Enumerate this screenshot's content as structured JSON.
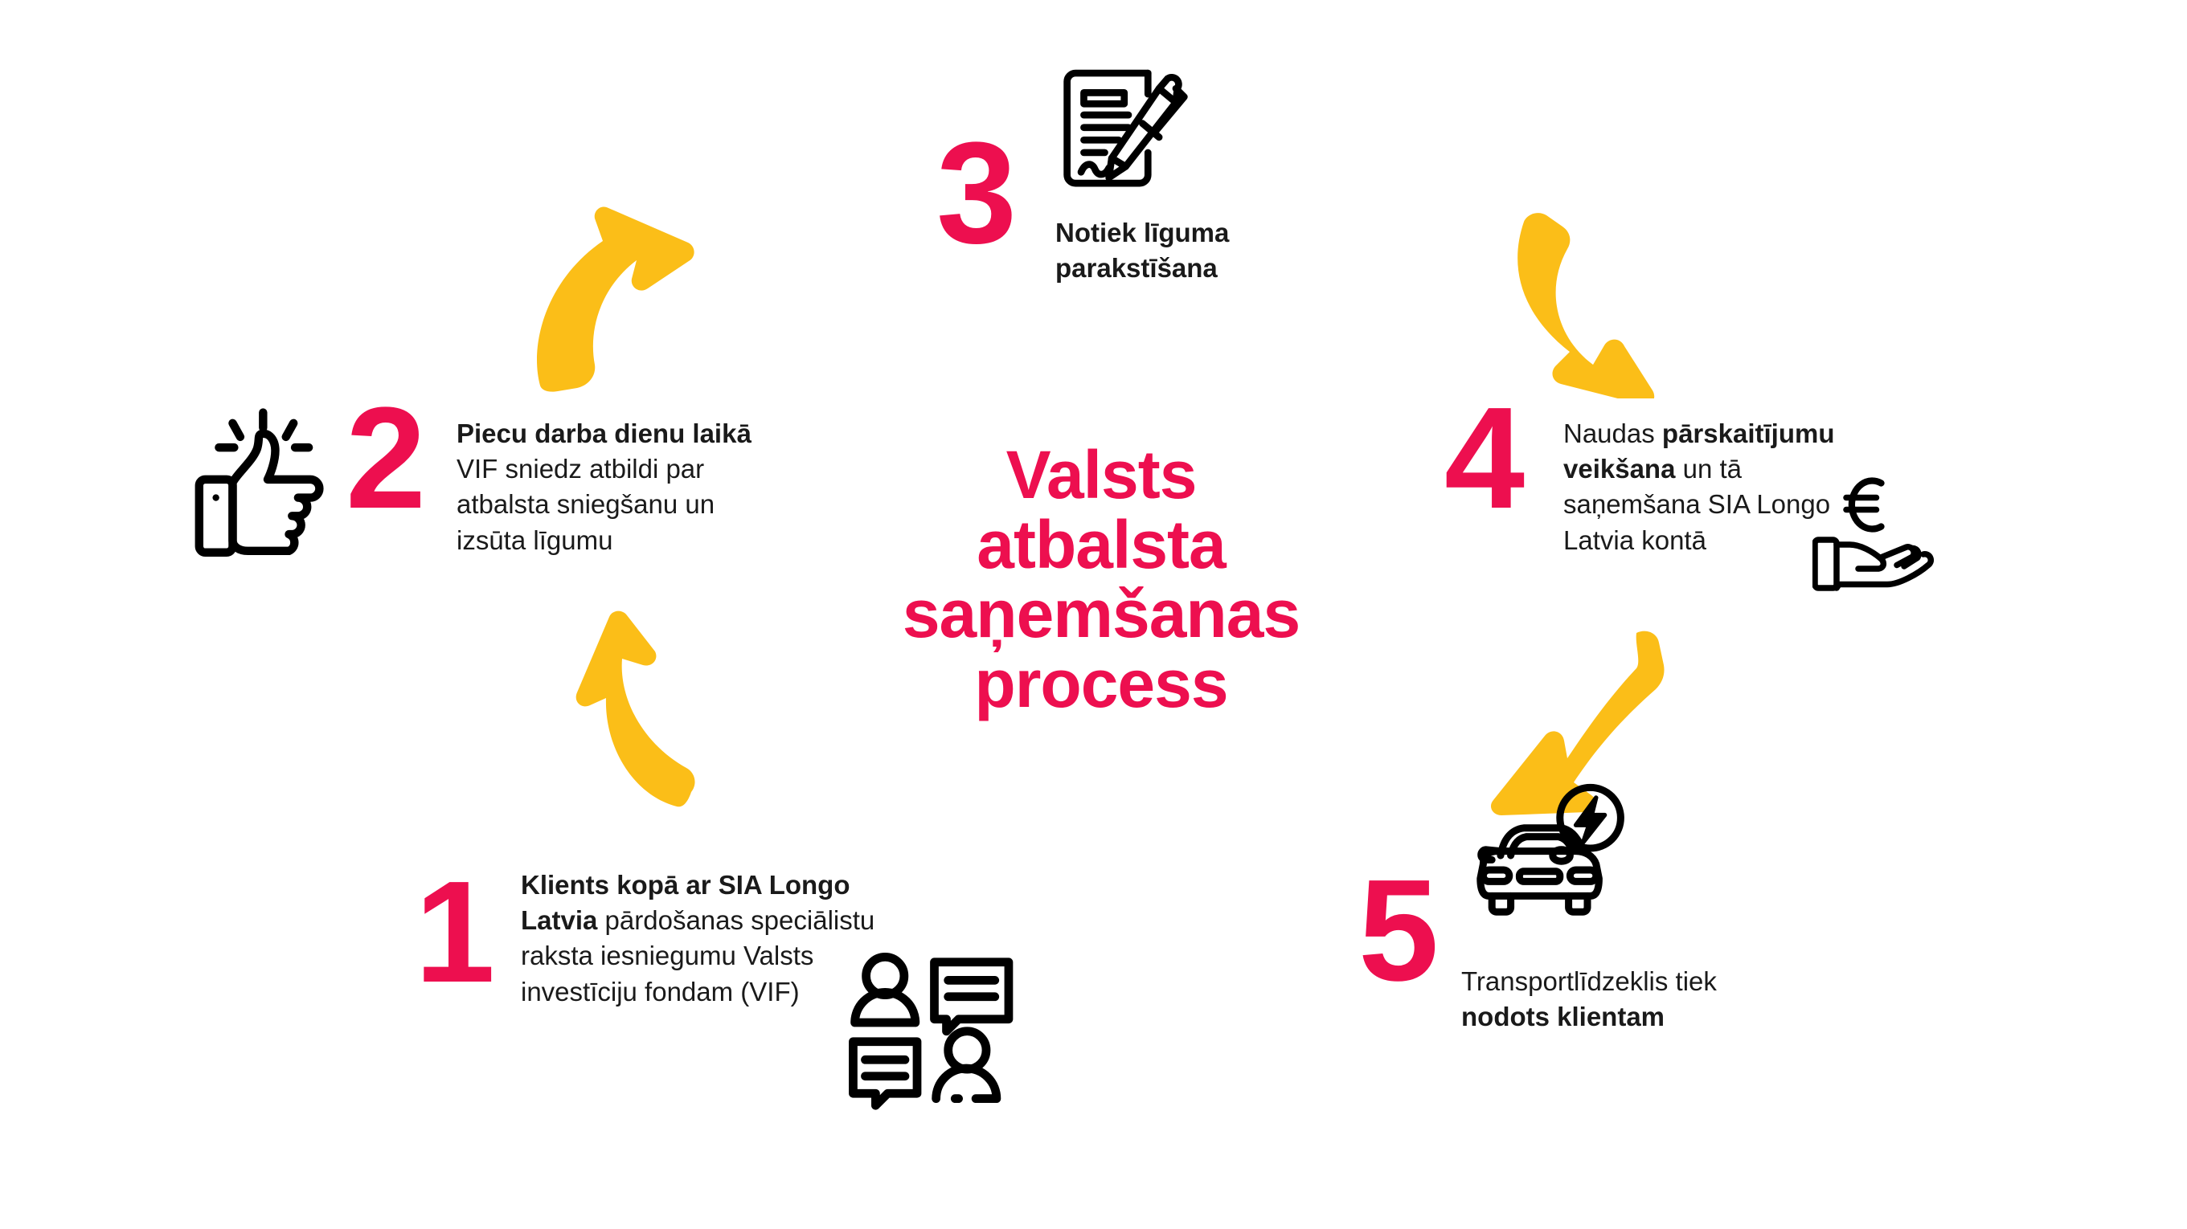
{
  "colors": {
    "accent_pink": "#ED0F4F",
    "arrow_yellow": "#FBBE18",
    "icon_black": "#000000",
    "background": "#FFFFFF"
  },
  "center": {
    "title_line_1": "Valsts",
    "title_line_2": "atbalsta",
    "title_line_3": "saņemšanas",
    "title_line_4": "process"
  },
  "steps": [
    {
      "number": "1",
      "position": "bottom-left",
      "icon": "people-chat-icon",
      "text_bold_1": "Klients kopā ar SIA Longo Latvia",
      "text_regular_1": " pārdošanas speciālistu raksta iesniegumu Valsts investīciju fondam (VIF)",
      "full_text": "Klients kopā ar SIA Longo Latvia pārdošanas speciālistu raksta iesniegumu Valsts investīciju fondam (VIF)"
    },
    {
      "number": "2",
      "position": "middle-left",
      "icon": "thumbs-up-icon",
      "text_bold_1": "Piecu darba dienu laikā",
      "text_regular_1": " VIF sniedz atbildi par atbalsta sniegšanu un izsūta līgumu",
      "full_text": "Piecu darba dienu laikā VIF sniedz atbildi par atbalsta sniegšanu un izsūta līgumu"
    },
    {
      "number": "3",
      "position": "top-center",
      "icon": "contract-signing-icon",
      "text_bold_1": "Notiek līguma parakstīšana",
      "text_regular_1": "",
      "full_text": "Notiek līguma parakstīšana"
    },
    {
      "number": "4",
      "position": "middle-right",
      "icon": "hand-euro-icon",
      "text_regular_1": "Naudas ",
      "text_bold_1": "pārskaitījumu veikšana",
      "text_regular_2": " un tā saņemšana SIA Longo Latvia kontā",
      "full_text": "Naudas pārskaitījumu veikšana un tā saņemšana SIA Longo Latvia kontā"
    },
    {
      "number": "5",
      "position": "bottom-right",
      "icon": "electric-car-icon",
      "text_regular_1": "Transportlīdzeklis tiek ",
      "text_bold_1": "nodots klientam",
      "full_text": "Transportlīdzeklis tiek nodots klientam"
    }
  ],
  "arrows": [
    {
      "name": "arrow-top-left",
      "direction": "up-right",
      "color": "#FBBE18"
    },
    {
      "name": "arrow-top-right",
      "direction": "down-right",
      "color": "#FBBE18"
    },
    {
      "name": "arrow-bottom-left",
      "direction": "up-left",
      "color": "#FBBE18"
    },
    {
      "name": "arrow-bottom-right",
      "direction": "down-left",
      "color": "#FBBE18"
    }
  ]
}
